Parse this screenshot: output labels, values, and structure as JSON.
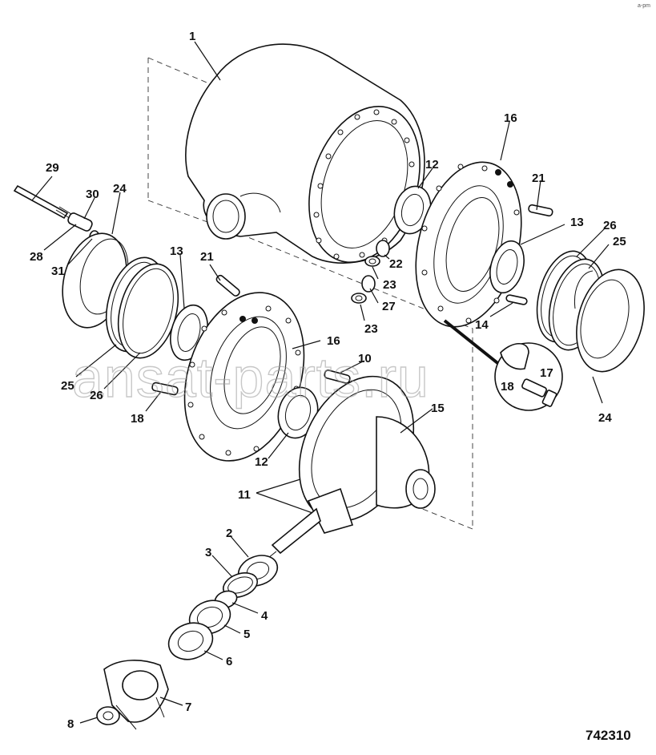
{
  "drawing_number": "742310",
  "watermark": "ansat-parts.ru",
  "callouts": [
    {
      "id": "c1",
      "text": "1"
    },
    {
      "id": "c2",
      "text": "2"
    },
    {
      "id": "c3",
      "text": "3"
    },
    {
      "id": "c4",
      "text": "4"
    },
    {
      "id": "c5",
      "text": "5"
    },
    {
      "id": "c6",
      "text": "6"
    },
    {
      "id": "c7",
      "text": "7"
    },
    {
      "id": "c8",
      "text": "8"
    },
    {
      "id": "c10",
      "text": "10"
    },
    {
      "id": "c11",
      "text": "11"
    },
    {
      "id": "c12a",
      "text": "12"
    },
    {
      "id": "c12b",
      "text": "12"
    },
    {
      "id": "c13a",
      "text": "13"
    },
    {
      "id": "c13b",
      "text": "13"
    },
    {
      "id": "c14",
      "text": "14"
    },
    {
      "id": "c15",
      "text": "15"
    },
    {
      "id": "c16a",
      "text": "16"
    },
    {
      "id": "c16b",
      "text": "16"
    },
    {
      "id": "c17",
      "text": "17"
    },
    {
      "id": "c18a",
      "text": "18"
    },
    {
      "id": "c18b",
      "text": "18"
    },
    {
      "id": "c21a",
      "text": "21"
    },
    {
      "id": "c21b",
      "text": "21"
    },
    {
      "id": "c22",
      "text": "22"
    },
    {
      "id": "c23a",
      "text": "23"
    },
    {
      "id": "c23b",
      "text": "23"
    },
    {
      "id": "c24a",
      "text": "24"
    },
    {
      "id": "c24b",
      "text": "24"
    },
    {
      "id": "c25a",
      "text": "25"
    },
    {
      "id": "c25b",
      "text": "25"
    },
    {
      "id": "c26a",
      "text": "26"
    },
    {
      "id": "c26b",
      "text": "26"
    },
    {
      "id": "c27",
      "text": "27"
    },
    {
      "id": "c28",
      "text": "28"
    },
    {
      "id": "c29",
      "text": "29"
    },
    {
      "id": "c30",
      "text": "30"
    },
    {
      "id": "c31",
      "text": "31"
    }
  ]
}
